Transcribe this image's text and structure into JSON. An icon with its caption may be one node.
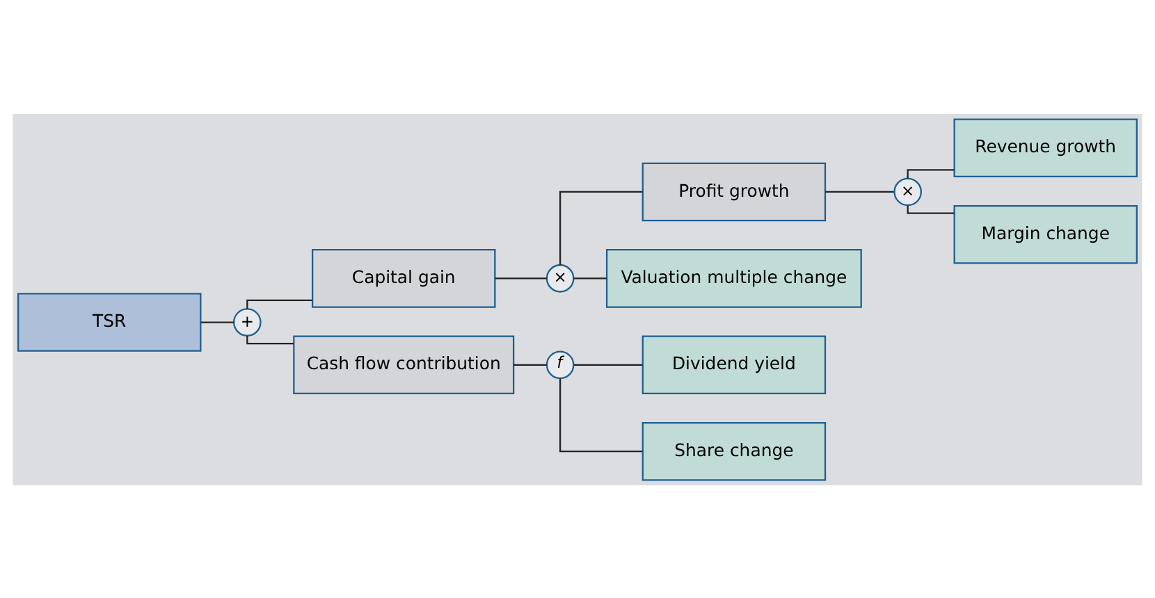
{
  "diagram": {
    "nodes": [
      {
        "text": [
          "TSR"
        ]
      },
      {
        "text": [
          "+"
        ]
      },
      {
        "text": [
          "Capital gain"
        ]
      },
      {
        "text": [
          "Cash flow contribution"
        ]
      },
      {
        "text": [
          "×"
        ]
      },
      {
        "text": [
          "Profit growth"
        ]
      },
      {
        "text": [
          "Valuation multiple change"
        ]
      },
      {
        "text": [
          "×"
        ]
      },
      {
        "text": [
          "Revenue growth"
        ]
      },
      {
        "text": [
          "Margin change"
        ]
      },
      {
        "text": [
          "f"
        ]
      },
      {
        "text": [
          "Dividend yield"
        ]
      },
      {
        "text": [
          "Share change"
        ]
      }
    ],
    "edges": [
      {
        "from": 0,
        "to": 1,
        "arrow": "none"
      },
      {
        "from": 1,
        "to": 2,
        "arrow": "none"
      },
      {
        "from": 1,
        "to": 3,
        "arrow": "none"
      },
      {
        "from": 2,
        "to": 4,
        "arrow": "none"
      },
      {
        "from": 4,
        "to": 5,
        "arrow": "none"
      },
      {
        "from": 4,
        "to": 6,
        "arrow": "none"
      },
      {
        "from": 5,
        "to": 7,
        "arrow": "none"
      },
      {
        "from": 7,
        "to": 8,
        "arrow": "none"
      },
      {
        "from": 7,
        "to": 9,
        "arrow": "none"
      },
      {
        "from": 3,
        "to": 10,
        "arrow": "none"
      },
      {
        "from": 10,
        "to": 11,
        "arrow": "none"
      },
      {
        "from": 10,
        "to": 12,
        "arrow": "none"
      }
    ]
  }
}
